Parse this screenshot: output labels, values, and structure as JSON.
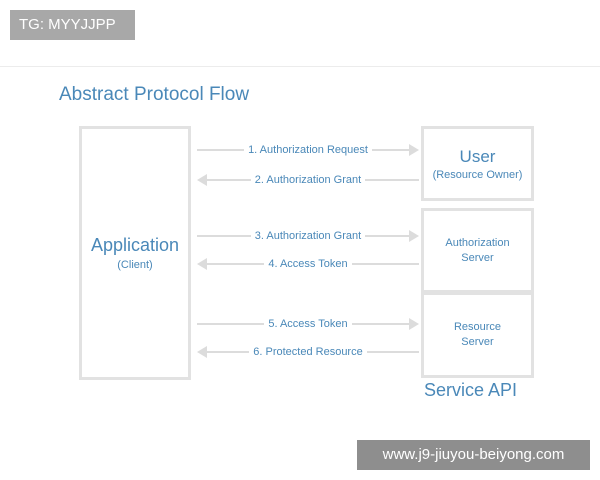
{
  "badge": {
    "text": "TG: MYYJJPP"
  },
  "diagram": {
    "title": "Abstract Protocol Flow",
    "application": {
      "title": "Application",
      "subtitle": "(Client)"
    },
    "user": {
      "title": "User",
      "subtitle": "(Resource Owner)"
    },
    "authorization_server": {
      "line1": "Authorization",
      "line2": "Server"
    },
    "resource_server": {
      "line1": "Resource",
      "line2": "Server"
    },
    "service_api_label": "Service API",
    "flows": [
      {
        "label": "1. Authorization Request",
        "direction": "right"
      },
      {
        "label": "2. Authorization Grant",
        "direction": "left"
      },
      {
        "label": "3. Authorization Grant",
        "direction": "right"
      },
      {
        "label": "4. Access Token",
        "direction": "left"
      },
      {
        "label": "5. Access Token",
        "direction": "right"
      },
      {
        "label": "6. Protected Resource",
        "direction": "left"
      }
    ],
    "colors": {
      "accent": "#4a88b8",
      "box_border": "#e2e2e2",
      "arrow": "#dcdcdc"
    }
  },
  "watermark": {
    "text": "www.j9-jiuyou-beiyong.com"
  }
}
